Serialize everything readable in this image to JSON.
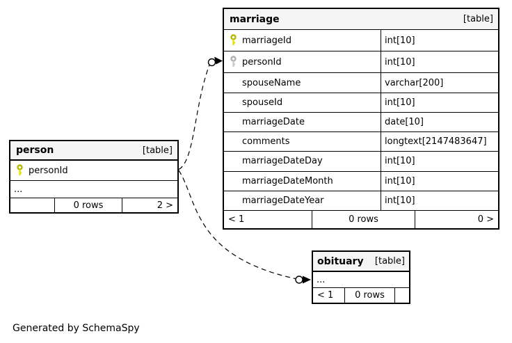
{
  "diagram": {
    "tables": [
      {
        "title": "marriage",
        "tag": "[table]",
        "columns": [
          {
            "name": "marriageId",
            "type": "int[10]",
            "key": "primary"
          },
          {
            "name": "personId",
            "type": "int[10]",
            "key": "foreign"
          },
          {
            "name": "spouseName",
            "type": "varchar[200]",
            "key": ""
          },
          {
            "name": "spouseId",
            "type": "int[10]",
            "key": ""
          },
          {
            "name": "marriageDate",
            "type": "date[10]",
            "key": ""
          },
          {
            "name": "comments",
            "type": "longtext[2147483647]",
            "key": ""
          },
          {
            "name": "marriageDateDay",
            "type": "int[10]",
            "key": ""
          },
          {
            "name": "marriageDateMonth",
            "type": "int[10]",
            "key": ""
          },
          {
            "name": "marriageDateYear",
            "type": "int[10]",
            "key": ""
          }
        ],
        "footer": {
          "left": "< 1",
          "center": "0 rows",
          "right": "0 >"
        }
      },
      {
        "title": "person",
        "tag": "[table]",
        "columns": [
          {
            "name": "personId",
            "type": "",
            "key": "primary"
          }
        ],
        "ellipsis": "...",
        "footer": {
          "left": "",
          "center": "0 rows",
          "right": "2 >"
        }
      },
      {
        "title": "obituary",
        "tag": "[table]",
        "columns": [],
        "ellipsis": "...",
        "footer": {
          "left": "< 1",
          "center": "0 rows",
          "right": ""
        }
      }
    ],
    "relationships": [
      {
        "from": "person.personId",
        "to": "marriage.personId",
        "style": "dashed"
      },
      {
        "from": "person.personId",
        "to": "obituary",
        "style": "dashed"
      }
    ],
    "colors": {
      "header_bg": "#f5f5f5",
      "border": "#000000",
      "primary_key": "#e3e300",
      "foreign_key": "#cccccc",
      "background": "#ffffff"
    },
    "footer_note": "Generated by SchemaSpy"
  }
}
